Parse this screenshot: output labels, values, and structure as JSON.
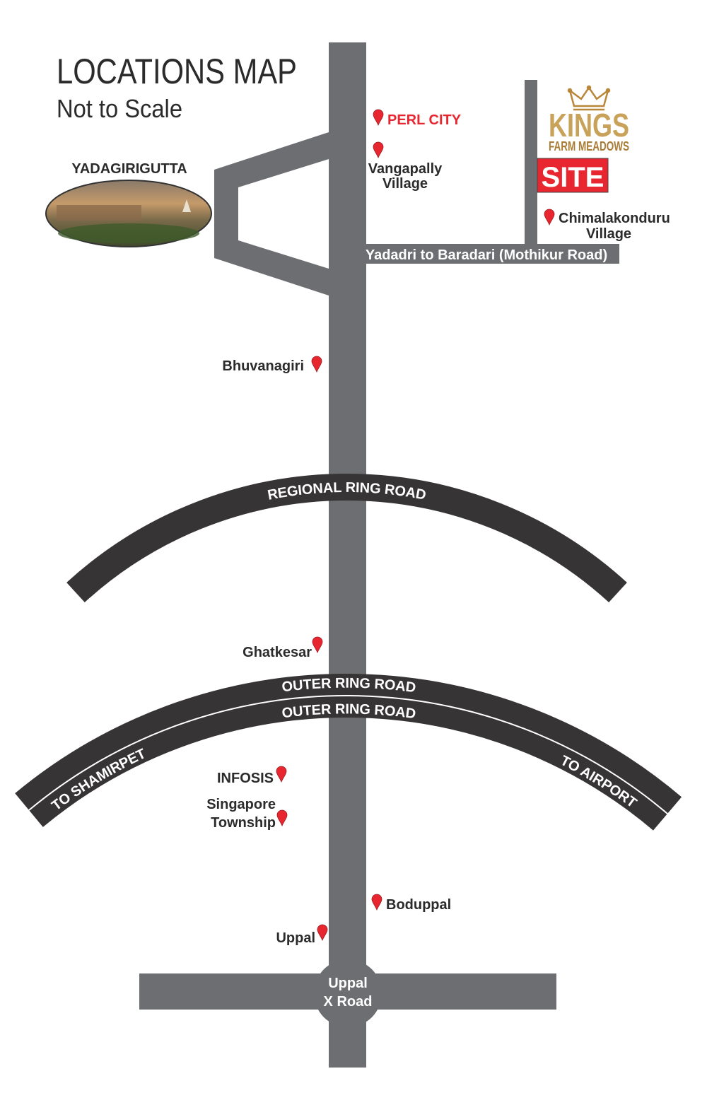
{
  "header": {
    "title": "LOCATIONS MAP",
    "subtitle": "Not to Scale"
  },
  "logo": {
    "brand": "KINGS",
    "tagline": "FARM MEADOWS",
    "site_badge": "SITE"
  },
  "colors": {
    "road": "#6d6e71",
    "ring_road": "#363435",
    "pin": "#e8262f",
    "gold": "#c49a4a",
    "site_bg": "#e8262f"
  },
  "landmarks": {
    "yadagirigutta": "YADAGIRIGUTTA"
  },
  "roads": {
    "mothikur": "Yadadri to Baradari (Mothikur Road)",
    "regional_ring": "REGIONAL RING ROAD",
    "outer_ring_1": "OUTER RING ROAD",
    "outer_ring_2": "OUTER RING ROAD",
    "to_shamirpet": "TO SHAMIRPET",
    "to_airport": "TO AIRPORT",
    "junction_line1": "Uppal",
    "junction_line2": "X Road"
  },
  "places": {
    "perl_city": "PERL CITY",
    "vangapally_1": "Vangapally",
    "vangapally_2": "Village",
    "chimalakonduru_1": "Chimalakonduru",
    "chimalakonduru_2": "Village",
    "bhuvanagiri": "Bhuvanagiri",
    "ghatkesar": "Ghatkesar",
    "infosis": "INFOSIS",
    "singapore_1": "Singapore",
    "singapore_2": "Township",
    "boduppal": "Boduppal",
    "uppal": "Uppal"
  }
}
